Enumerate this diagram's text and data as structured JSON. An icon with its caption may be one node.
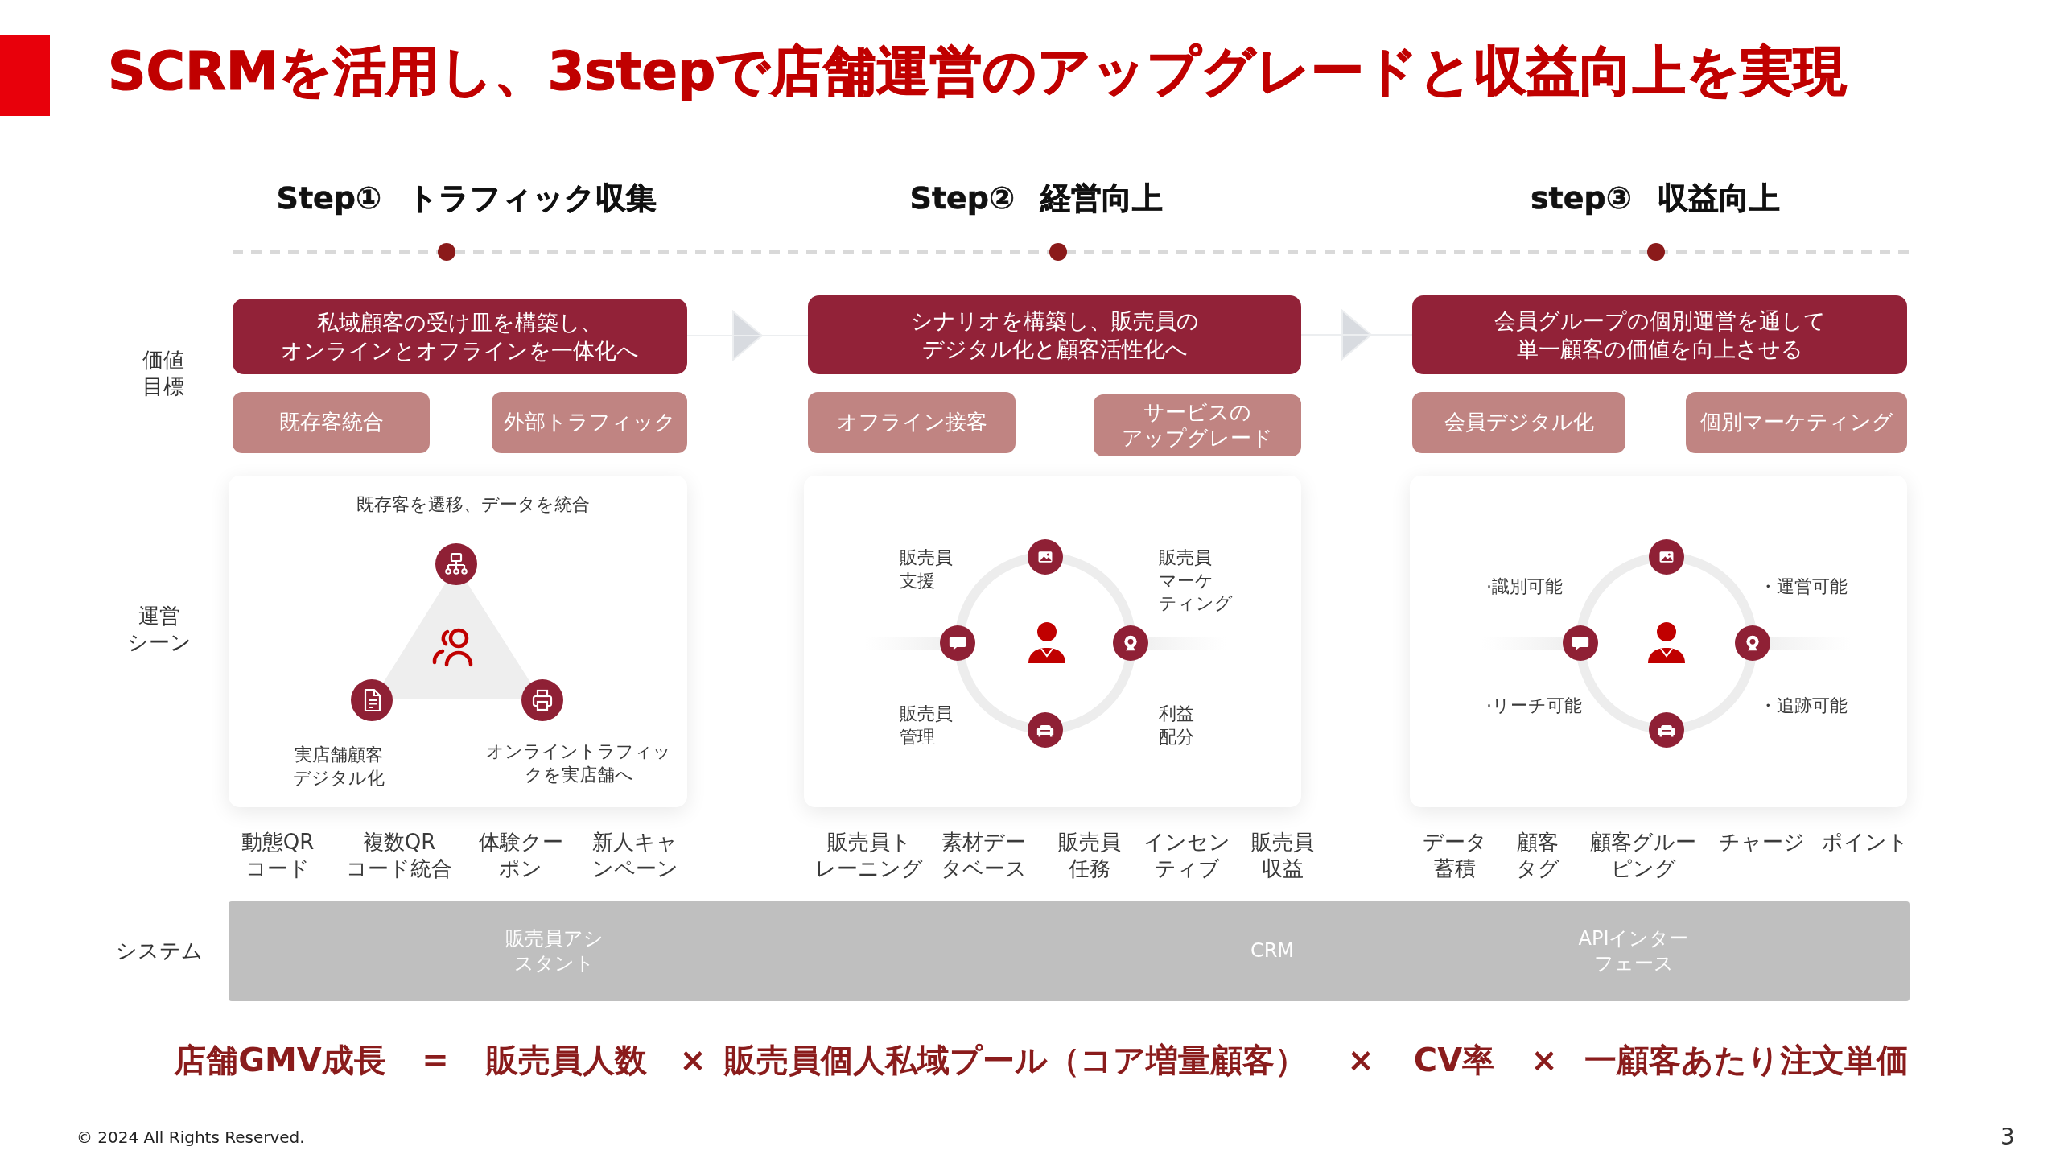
{
  "diagram": {
    "title": "SCRMを活用し、3stepで店舗運営のアップグレードと収益向上を実現",
    "nodes": [
      {
        "text": [
          "私域顧客の受け皿を構築し、オンラインとオフラインを一体化へ"
        ]
      },
      {
        "text": [
          "既存客統合"
        ]
      },
      {
        "text": [
          "外部トラフィック"
        ]
      },
      {
        "text": [
          "既存客を遷移、データを統合",
          "実店舗顧客デジタル化",
          "オンライントラフィックを実店舗へ"
        ]
      },
      {
        "text": [
          "シナリオを構築し、販売員のデジタル化と顧客活性化へ"
        ]
      },
      {
        "text": [
          "オフライン接客"
        ]
      },
      {
        "text": [
          "サービスのアップグレード"
        ]
      },
      {
        "text": [
          "販売員支援",
          "販売員マーケティング",
          "販売員管理",
          "利益配分"
        ]
      },
      {
        "text": [
          "会員グループの個別運営を通して単一顧客の価値を向上させる"
        ]
      },
      {
        "text": [
          "会員デジタル化"
        ]
      },
      {
        "text": [
          "個別マーケティング"
        ]
      },
      {
        "text": [
          "·識別可能",
          "・運営可能",
          "·リーチ可能",
          "・追跡可能"
        ]
      },
      {
        "text": [
          "販売員アシスタント",
          "CRM",
          "APIインターフェース"
        ]
      }
    ],
    "edges": [
      {
        "from": 0,
        "to": 4,
        "arrow": "to"
      },
      {
        "from": 4,
        "to": 8,
        "arrow": "to"
      }
    ],
    "labels": [
      "Step① トラフィック収集",
      "Step② 経営向上",
      "step③ 収益向上",
      "価値目標",
      "運営シーン",
      "動態QRコード",
      "複数QRコード統合",
      "体験クーポン",
      "新人キャンペーン",
      "販売員トレーニング",
      "素材データベース",
      "販売員任務",
      "インセンティブ",
      "販売員収益",
      "データ蓄積",
      "顧客タグ",
      "顧客グルーピング",
      "チャージ",
      "ポイント",
      "システム",
      "店舗GMV成長",
      "=",
      "販売員人数",
      "×",
      "販売員個人私域プール（コア増量顧客）",
      "×",
      "CV率",
      "×",
      "一顧客あたり注文単価",
      "© 2024 All Rights Reserved.",
      "3"
    ]
  }
}
